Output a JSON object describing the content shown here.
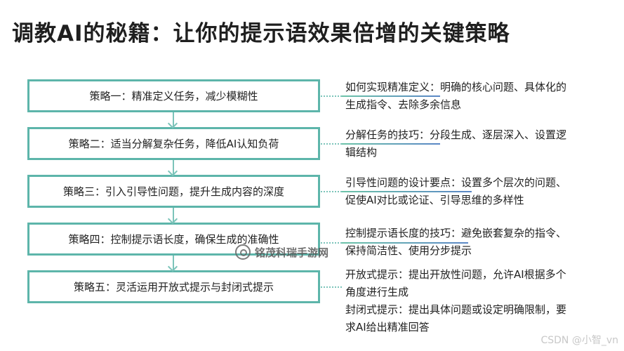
{
  "title": "调教AI的秘籍：让你的提示语效果倍增的关键策略",
  "colors": {
    "box_border": "#5db5aa",
    "arrow": "#7cc4ba",
    "underline_start": "#6cc3a8",
    "underline_end": "#5a86c6"
  },
  "strategies": [
    {
      "label": "策略一：精准定义任务，减少模糊性",
      "note_lines": [
        "如何实现精准定义：明确的核心问题、具体化的",
        "生成指令、去除多余信息"
      ],
      "note_heading": "如何实现精准定义："
    },
    {
      "label": "策略二：适当分解复杂任务，降低AI认知负荷",
      "note_lines": [
        "分解任务的技巧：分段生成、逐层深入、设置逻",
        "辑结构"
      ],
      "note_heading": "分解任务的技巧："
    },
    {
      "label": "策略三：引入引导性问题，提升生成内容的深度",
      "note_lines": [
        "引导性问题的设计要点：设置多个层次的问题、",
        "促使AI对比或论证、引导思维的多样性"
      ],
      "note_heading": "引导性问题的设计要点："
    },
    {
      "label": "策略四：控制提示语长度，确保生成的准确性",
      "note_lines": [
        "控制提示语长度的技巧：避免嵌套复杂的指令、",
        "保持简洁性、使用分步提示"
      ],
      "note_heading": "控制提示语长度的技巧："
    },
    {
      "label": "策略五：灵活运用开放式提示与封闭式提示",
      "note_lines": [
        "开放式提示：提出开放性问题，允许AI根据多个",
        "角度进行生成",
        "封闭式提示：提出具体问题或设定明确限制，要",
        "求AI给出精准回答"
      ],
      "note_heading": ""
    }
  ],
  "watermark": "铭茂科瑞手游网",
  "credit": "CSDN @小智_vn"
}
